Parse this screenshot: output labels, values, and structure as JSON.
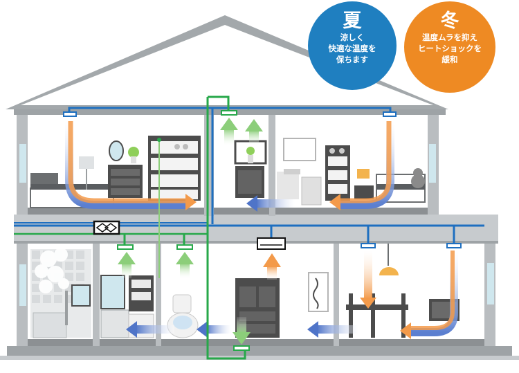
{
  "badges": {
    "summer": {
      "title": "夏",
      "text": "涼しく\n快適な温度を\n保ちます",
      "color": "#1f7fc0"
    },
    "winter": {
      "title": "冬",
      "text": "温度ムラを抑え\nヒートショックを\n緩和",
      "color": "#ee8a23"
    }
  },
  "colors": {
    "roof": "#9ea3a6",
    "wall": "#b9bdc0",
    "floor": "#8c9093",
    "duct_blue": "#1e6fc0",
    "duct_green": "#27a84a",
    "arrow_orange": "#f39a4a",
    "arrow_blue": "#4f74c8",
    "arrow_green": "#8cce7a",
    "furniture": "#4c4c4c",
    "window": "#cfe7ee"
  }
}
